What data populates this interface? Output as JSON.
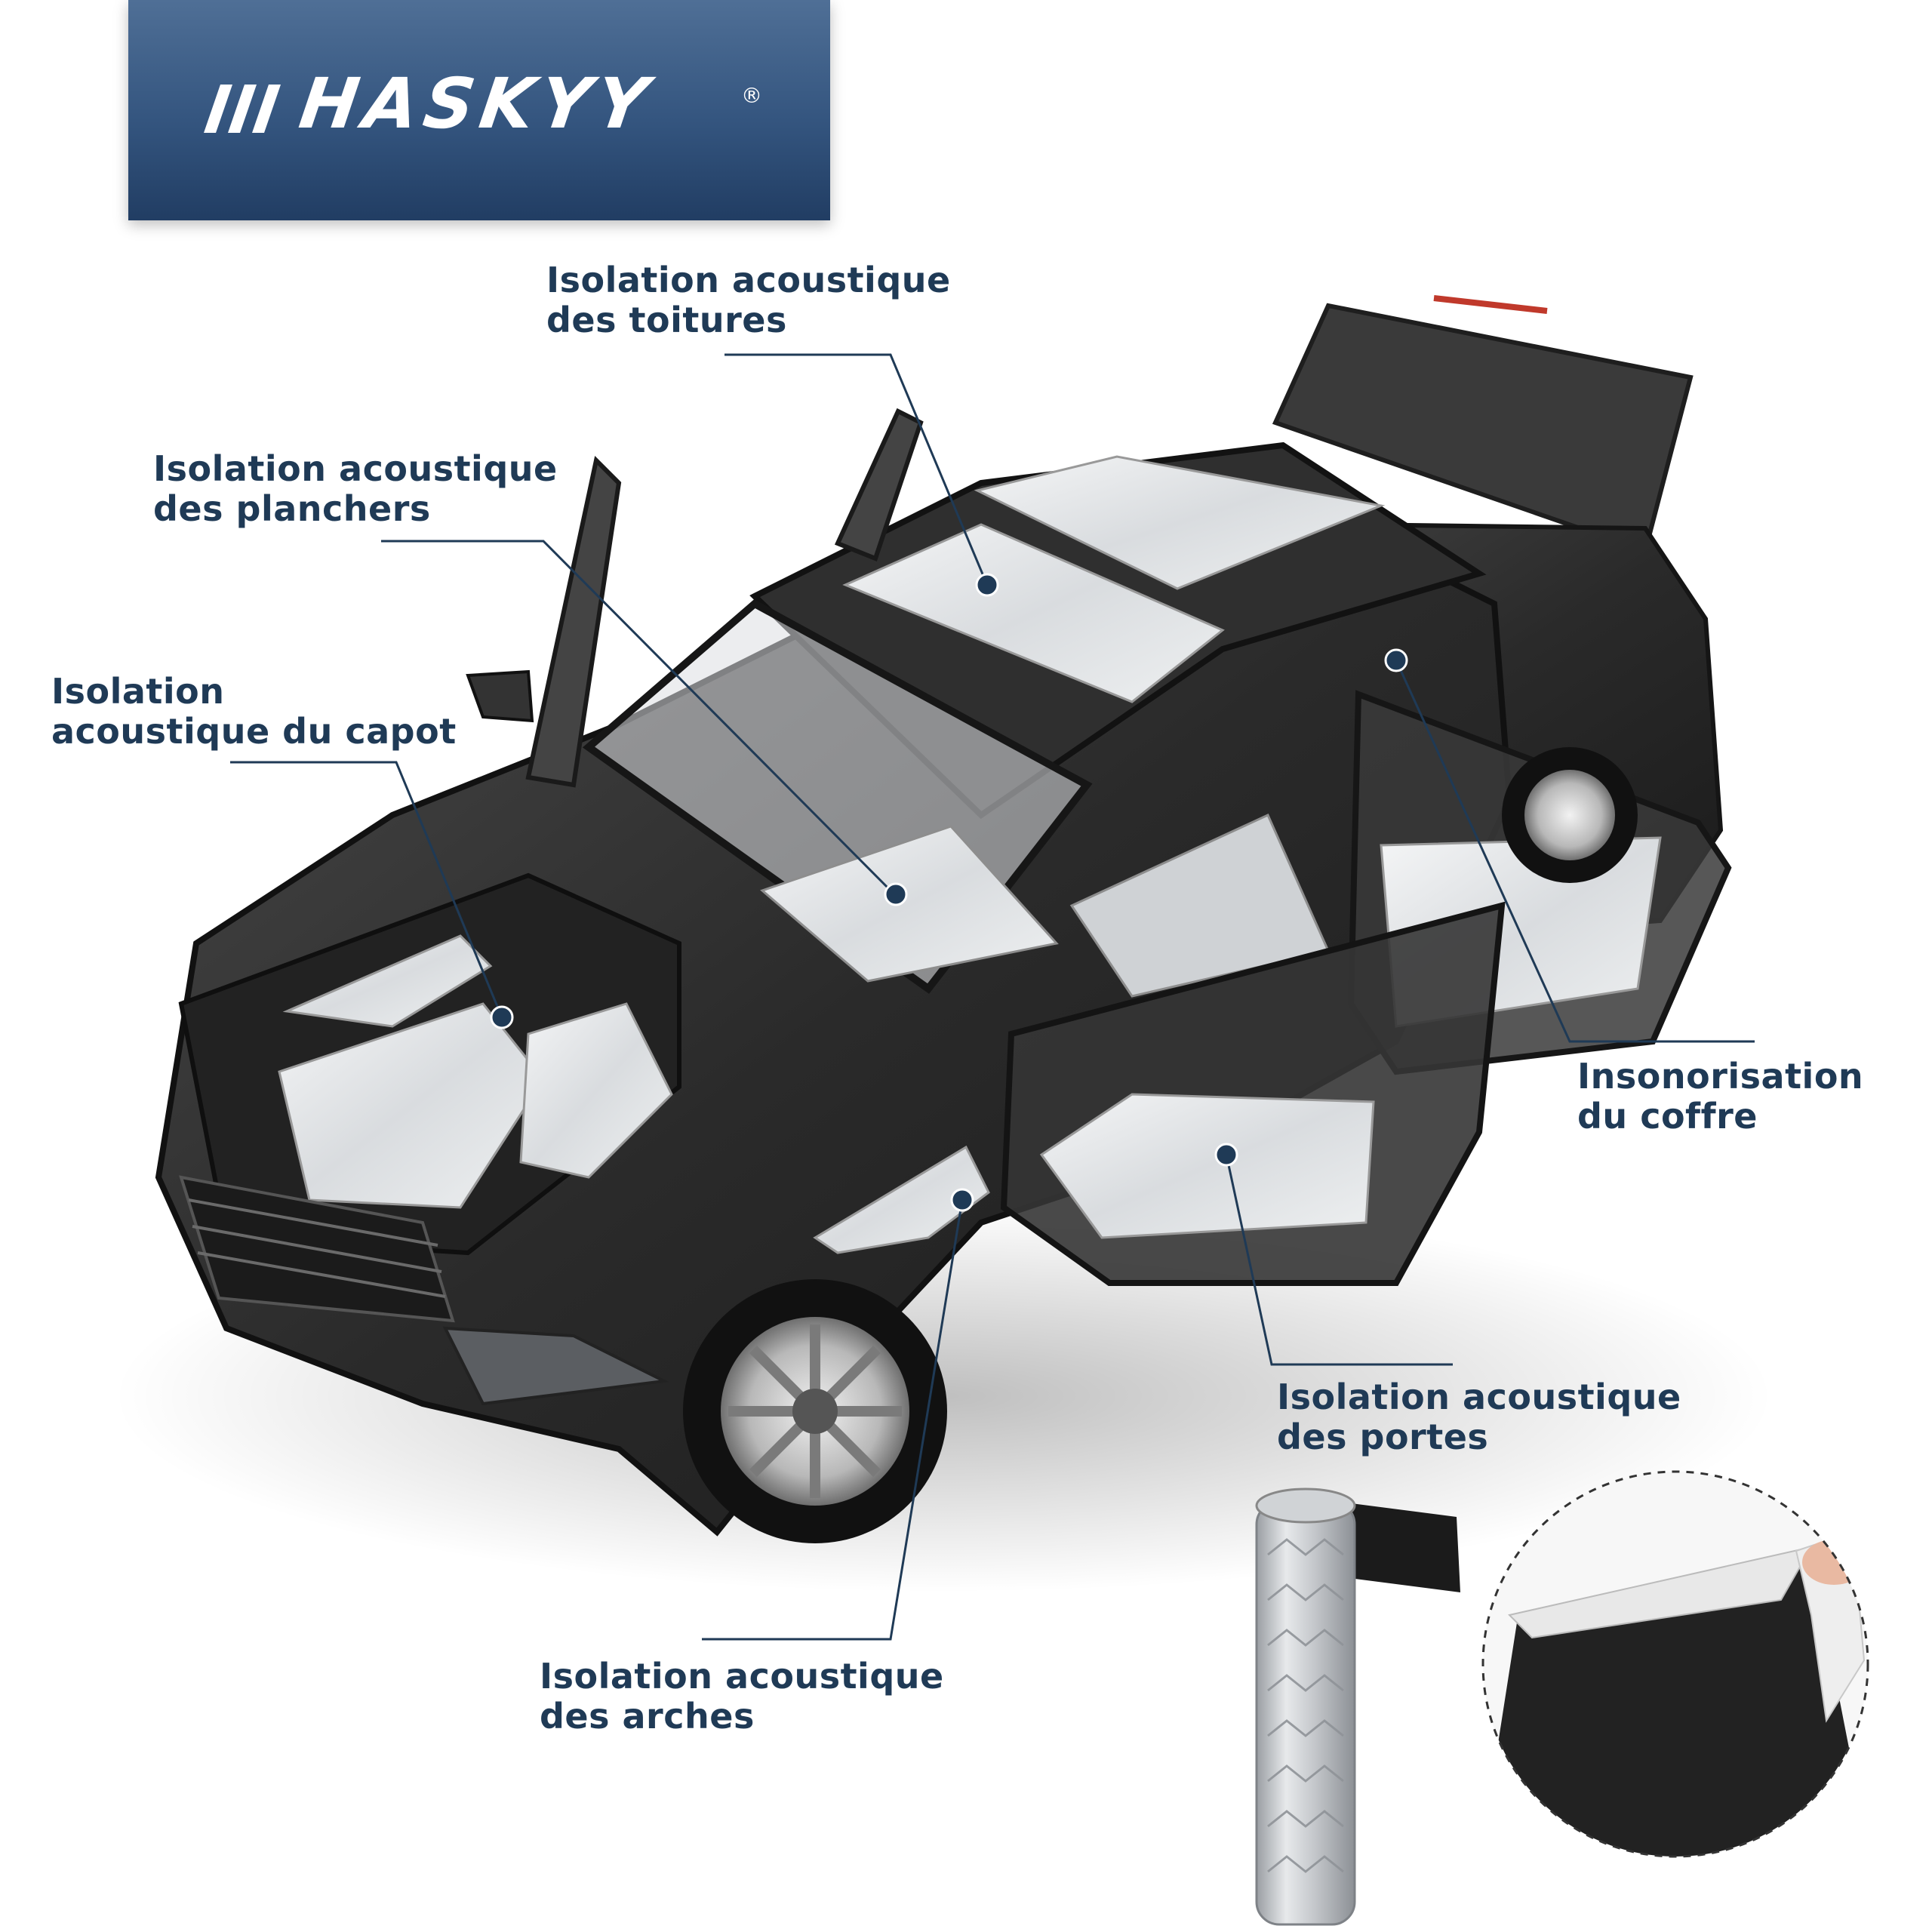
{
  "brand": {
    "name": "HASKYY",
    "registered_mark": "®"
  },
  "colors": {
    "banner_top": "#4f6f96",
    "banner_bottom": "#213d63",
    "label_text": "#1f3a56",
    "car_body": "#2b2b2b",
    "insulation_foil": "#e6e8ea"
  },
  "labels": {
    "roof": {
      "line1": "Isolation acoustique",
      "line2": "des toitures"
    },
    "floor": {
      "line1": "Isolation acoustique",
      "line2": "des planchers"
    },
    "hood": {
      "line1": "Isolation",
      "line2": "acoustique du capot"
    },
    "trunk": {
      "line1": "Insonorisation",
      "line2": "du coffre"
    },
    "doors": {
      "line1": "Isolation acoustique",
      "line2": "des portes"
    },
    "arches": {
      "line1": "Isolation acoustique",
      "line2": "des arches"
    }
  },
  "icons": {
    "car": "car-illustration",
    "roll": "insulation-roll",
    "sheet": "adhesive-sheet-closeup"
  }
}
